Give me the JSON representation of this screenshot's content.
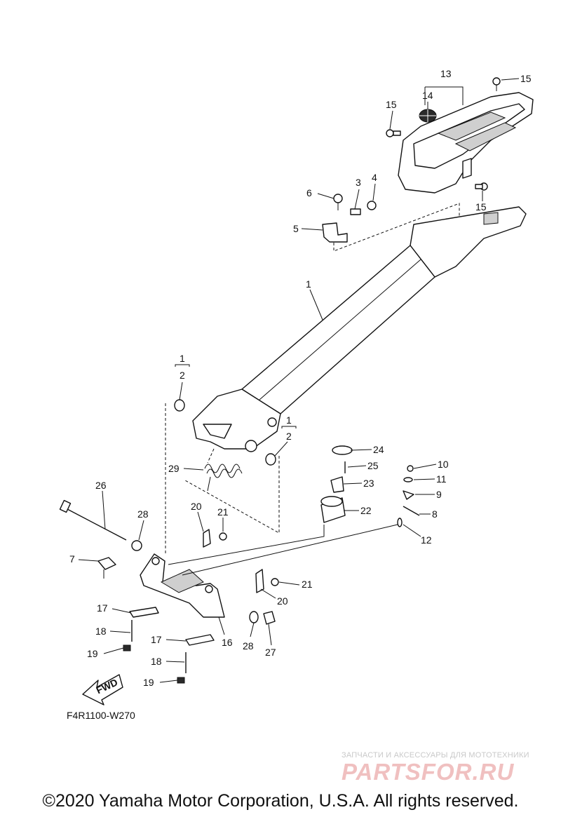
{
  "callouts": {
    "c1": "1",
    "c1b": "1",
    "c1c": "1",
    "c2": "2",
    "c2b": "2",
    "c3": "3",
    "c4": "4",
    "c5": "5",
    "c6": "6",
    "c7": "7",
    "c8": "8",
    "c9": "9",
    "c10": "10",
    "c11": "11",
    "c12": "12",
    "c13": "13",
    "c14": "14",
    "c15a": "15",
    "c15b": "15",
    "c15c": "15",
    "c16": "16",
    "c17a": "17",
    "c17b": "17",
    "c18a": "18",
    "c18b": "18",
    "c19a": "19",
    "c19b": "19",
    "c20a": "20",
    "c20b": "20",
    "c21a": "21",
    "c21b": "21",
    "c22": "22",
    "c23": "23",
    "c24": "24",
    "c25": "25",
    "c26": "26",
    "c27": "27",
    "c28a": "28",
    "c28b": "28",
    "c29": "29"
  },
  "fwd_label": "FWD",
  "diagram_code": "F4R1100-W270",
  "watermark": {
    "subtitle": "ЗАПЧАСТИ И АКСЕССУАРЫ ДЛЯ МОТОТЕХНИКИ",
    "logo": "PARTSFOR.RU"
  },
  "copyright": "©2020 Yamaha Motor Corporation, U.S.A. All rights reserved."
}
